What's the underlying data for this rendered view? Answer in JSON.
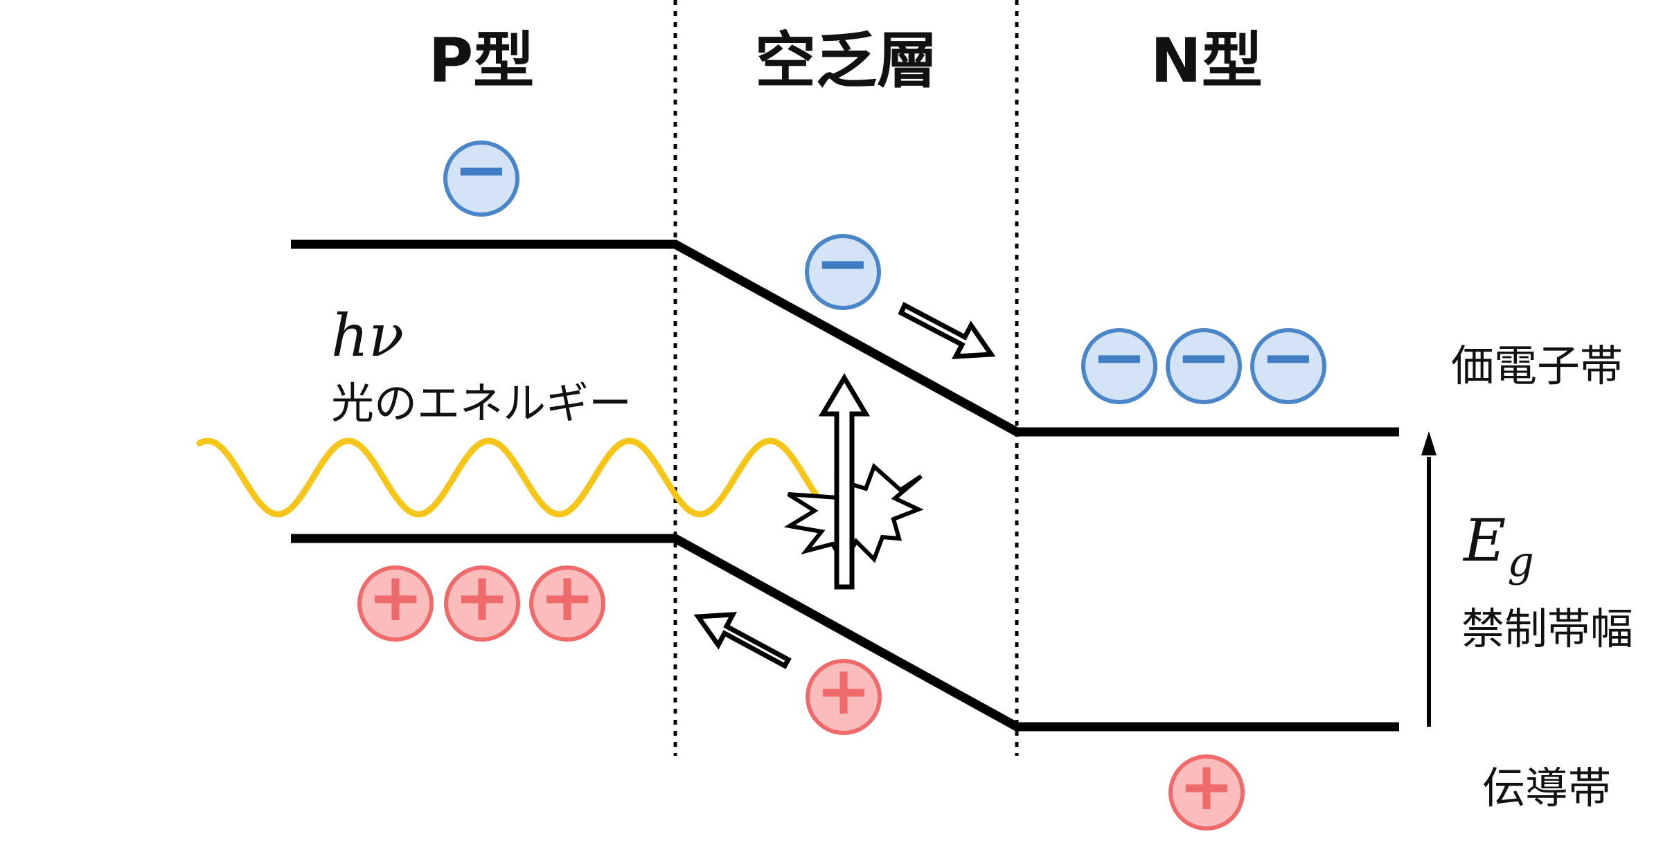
{
  "regions": {
    "p_type": "P型",
    "depletion": "空乏層",
    "n_type": "N型"
  },
  "light": {
    "symbol": "hν",
    "label": "光のエネルギー"
  },
  "bands": {
    "upper_label": "価電子帯",
    "lower_label": "伝導帯"
  },
  "gap": {
    "symbol": "E",
    "subscript": "g",
    "label": "禁制帯幅"
  },
  "carriers": {
    "electron_sign": "−",
    "hole_sign": "+"
  },
  "colors": {
    "electron_fill": "#d4e3f5",
    "electron_stroke": "#4a86c8",
    "electron_sign": "#3f7cc4",
    "hole_fill": "#fbbcbc",
    "hole_stroke": "#ef6a6a",
    "hole_sign": "#ef6a6a",
    "wave": "#f5c518",
    "band": "#000000"
  }
}
